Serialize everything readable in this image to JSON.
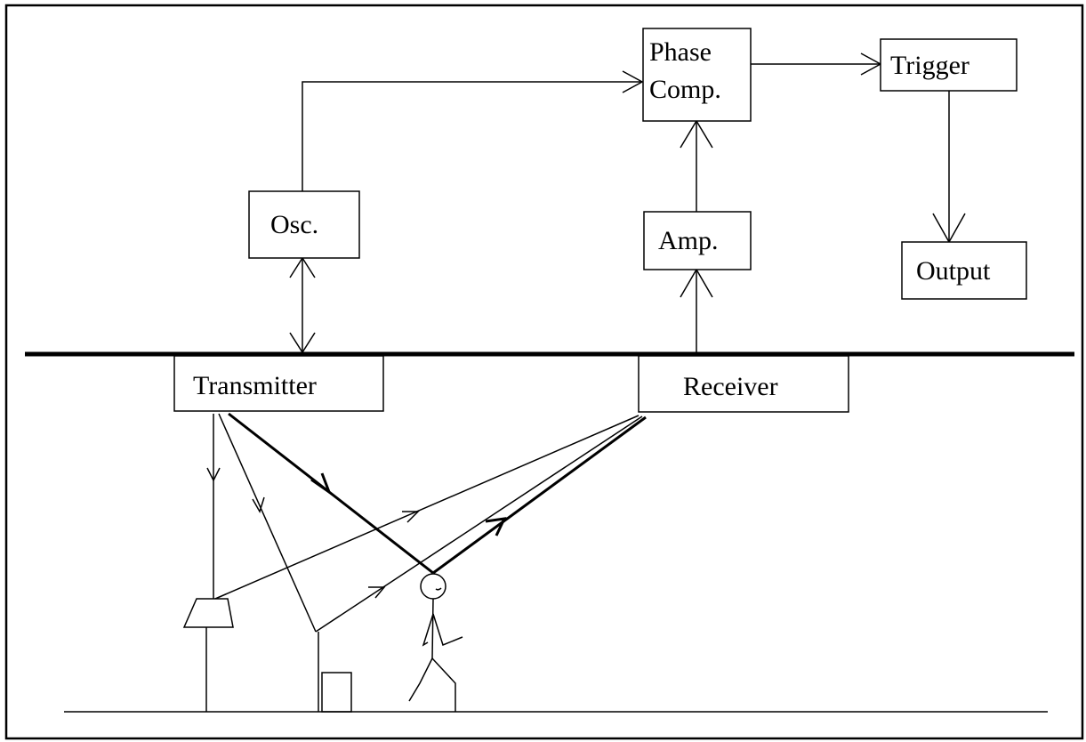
{
  "diagram": {
    "blocks": {
      "phase_comp": {
        "line1": "Phase",
        "line2": "Comp."
      },
      "trigger": "Trigger",
      "osc": "Osc.",
      "amp": "Amp.",
      "output": "Output",
      "transmitter": "Transmitter",
      "receiver": "Receiver"
    }
  }
}
